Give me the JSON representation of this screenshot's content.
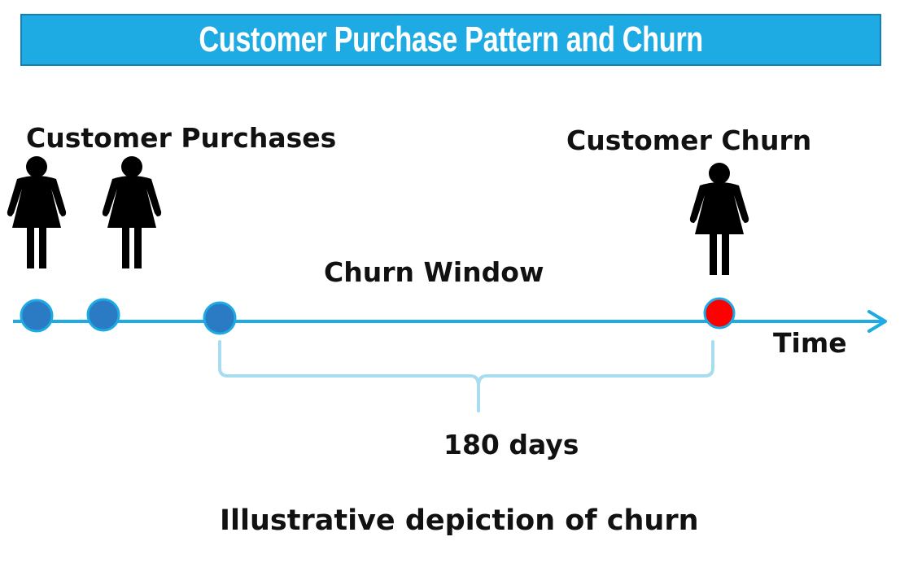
{
  "title": "Customer Purchase Pattern and Churn",
  "labels": {
    "purchases": "Customer Purchases",
    "churn": "Customer Churn",
    "window": "Churn Window",
    "time": "Time",
    "days": "180 days",
    "caption": "Illustrative depiction of churn"
  },
  "colors": {
    "title_bg": "#1eaae2",
    "timeline": "#1eaae2",
    "purchase_dot": "#2b7bc4",
    "churn_dot": "#ff0000",
    "bracket": "#a8dcef",
    "figure": "#000000"
  },
  "icons": [
    "person-icon",
    "person-icon",
    "person-icon"
  ]
}
